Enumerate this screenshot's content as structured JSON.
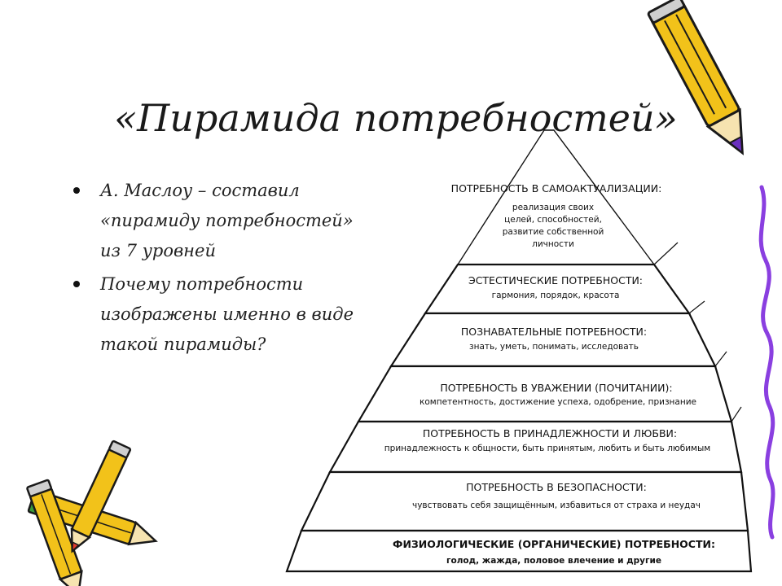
{
  "slide": {
    "title": "«Пирамида потребностей»",
    "bullets": [
      "А. Маслоу – составил\n«пирамиду потребностей»\nиз 7 уровней",
      "Почему потребности\nизображены именно в виде\nтакой пирамиды?"
    ]
  },
  "pyramid": {
    "levels": [
      {
        "title": "ПОТРЕБНОСТЬ В САМОАКТУАЛИЗАЦИИ:",
        "desc": [
          "реализация своих",
          "целей, способностей,",
          "развитие собственной",
          "личности"
        ]
      },
      {
        "title": "ЭСТЕСТИЧЕСКИЕ ПОТРЕБНОСТИ:",
        "desc": [
          "гармония, порядок, красота"
        ]
      },
      {
        "title": "ПОЗНАВАТЕЛЬНЫЕ ПОТРЕБНОСТИ:",
        "desc": [
          "знать, уметь, понимать, исследовать"
        ]
      },
      {
        "title": "ПОТРЕБНОСТЬ В УВАЖЕНИИ (ПОЧИТАНИИ):",
        "desc": [
          "компетентность, достижение успеха, одобрение, признание"
        ]
      },
      {
        "title": "ПОТРЕБНОСТЬ В ПРИНАДЛЕЖНОСТИ И ЛЮБВИ:",
        "desc": [
          "принадлежность к общности, быть принятым, любить и быть любимым"
        ]
      },
      {
        "title": "ПОТРЕБНОСТЬ В БЕЗОПАСНОСТИ:",
        "desc": [
          "чувствовать себя защищённым, избавиться от страха и неудач"
        ]
      },
      {
        "title": "ФИЗИОЛОГИЧЕСКИЕ (ОРГАНИЧЕСКИЕ) ПОТРЕБНОСТИ:",
        "desc": [
          "голод, жажда, половое влечение и другие"
        ]
      }
    ]
  },
  "colors": {
    "pencil_body": "#f2c21a",
    "pencil_outline": "#1a1a1a",
    "pencil_tip": "#6a2fbf",
    "pencil_eraser": "#e23b2e",
    "pencil_green": "#3a9a3a",
    "squiggle": "#8a3fe0"
  }
}
